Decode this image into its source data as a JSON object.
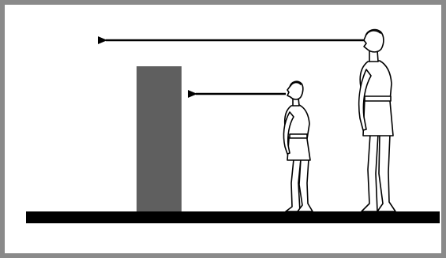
{
  "diagram": {
    "elements": [
      "frame",
      "ground",
      "wall",
      "tall-person",
      "short-person",
      "tall-sight-arrow",
      "short-sight-arrow"
    ]
  },
  "colors": {
    "frame": "#8a8a8a",
    "ground": "#000000",
    "wall": "#5f5f5f",
    "figure_stroke": "#000000",
    "figure_fill": "#ffffff",
    "arrow": "#000000"
  }
}
